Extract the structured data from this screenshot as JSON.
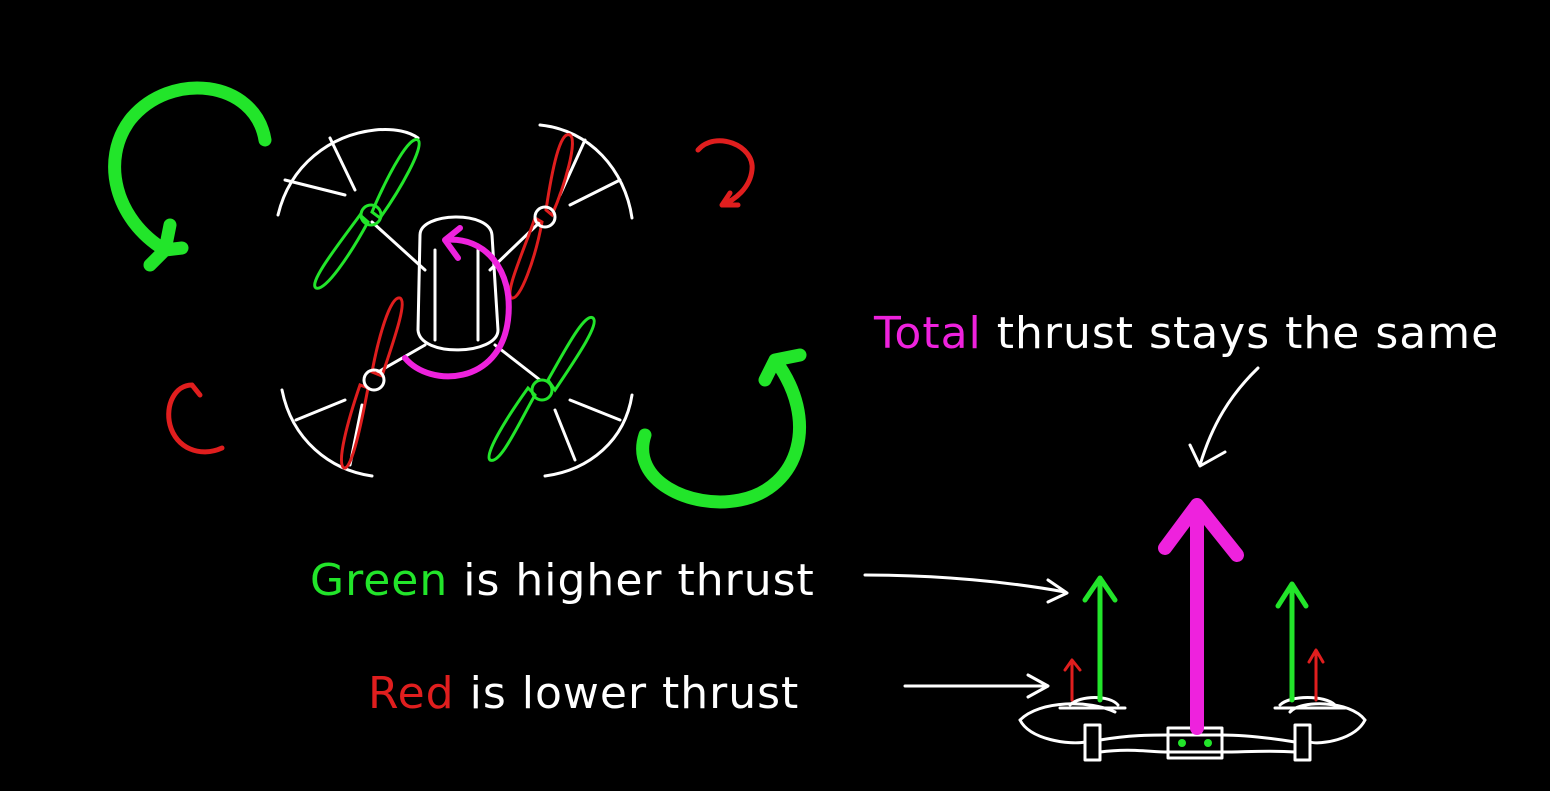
{
  "labels": {
    "total_word": "Total",
    "total_rest": "thrust stays the same",
    "green_word": "Green",
    "green_rest": "is higher thrust",
    "red_word": "Red",
    "red_rest": "is lower thrust"
  },
  "colors": {
    "background": "#000000",
    "sketch": "#ffffff",
    "higher_thrust": "#22e52a",
    "lower_thrust": "#e01e1e",
    "total_thrust": "#ee22dd"
  }
}
